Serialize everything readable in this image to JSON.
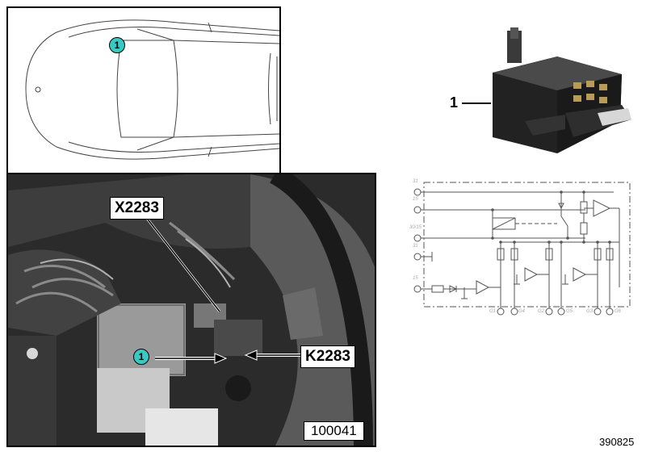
{
  "car_view": {
    "callout": "1"
  },
  "photo": {
    "label_connector": "X2283",
    "label_relay": "K2283",
    "callout": "1",
    "ref_number": "100041"
  },
  "component": {
    "index_label": "1"
  },
  "schematic": {
    "pin_labels_left": [
      "31",
      "15",
      "30/15",
      "31",
      "15"
    ],
    "pin_labels_bottom": [
      "G1",
      "G4",
      "G2",
      "G5",
      "G3",
      "G6"
    ]
  },
  "document_id": "390825"
}
